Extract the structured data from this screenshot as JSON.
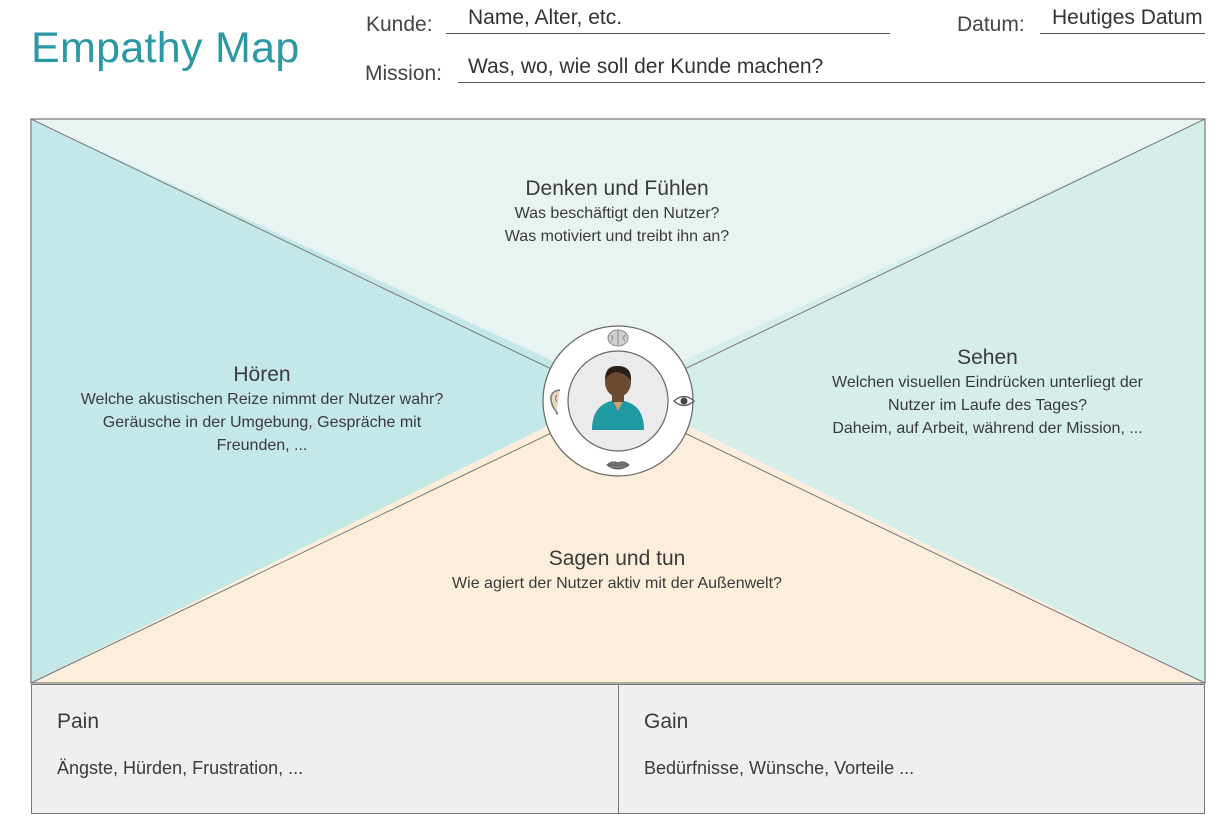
{
  "header": {
    "title": "Empathy Map",
    "kunde_label": "Kunde:",
    "kunde_value": "Name, Alter, etc.",
    "datum_label": "Datum:",
    "datum_value": "Heutiges Datum",
    "mission_label": "Mission:",
    "mission_value": "Was, wo, wie soll der Kunde machen?"
  },
  "quadrants": {
    "top": {
      "title": "Denken und Fühlen",
      "lines": [
        "Was beschäftigt den Nutzer?",
        "Was motiviert und treibt ihn an?"
      ]
    },
    "left": {
      "title": "Hören",
      "lines": [
        "Welche  akustischen Reize nimmt der Nutzer wahr?",
        "Geräusche in der Umgebung, Gespräche mit",
        "Freunden, ..."
      ]
    },
    "right": {
      "title": "Sehen",
      "lines": [
        "Welchen visuellen Eindrücken unterliegt der",
        "Nutzer im Laufe des Tages?",
        "Daheim, auf Arbeit, während der Mission, ..."
      ]
    },
    "bottom": {
      "title": "Sagen und tun",
      "lines": [
        "Wie agiert der Nutzer aktiv mit der Außenwelt?"
      ]
    }
  },
  "pain": {
    "title": "Pain",
    "text": "Ängste, Hürden, Frustration, ..."
  },
  "gain": {
    "title": "Gain",
    "text": "Bedürfnisse, Wünsche, Vorteile ..."
  },
  "colors": {
    "accent": "#2a99a4",
    "top": "#e9f4f2",
    "left": "#c4e7e8",
    "right": "#d5eeea",
    "bottom": "#fdeedb",
    "bottom_boxes": "#efefef",
    "avatar_shirt": "#1f9aa3"
  },
  "icons": [
    "brain-icon",
    "eye-icon",
    "ear-icon",
    "mouth-icon",
    "user-avatar-icon"
  ]
}
